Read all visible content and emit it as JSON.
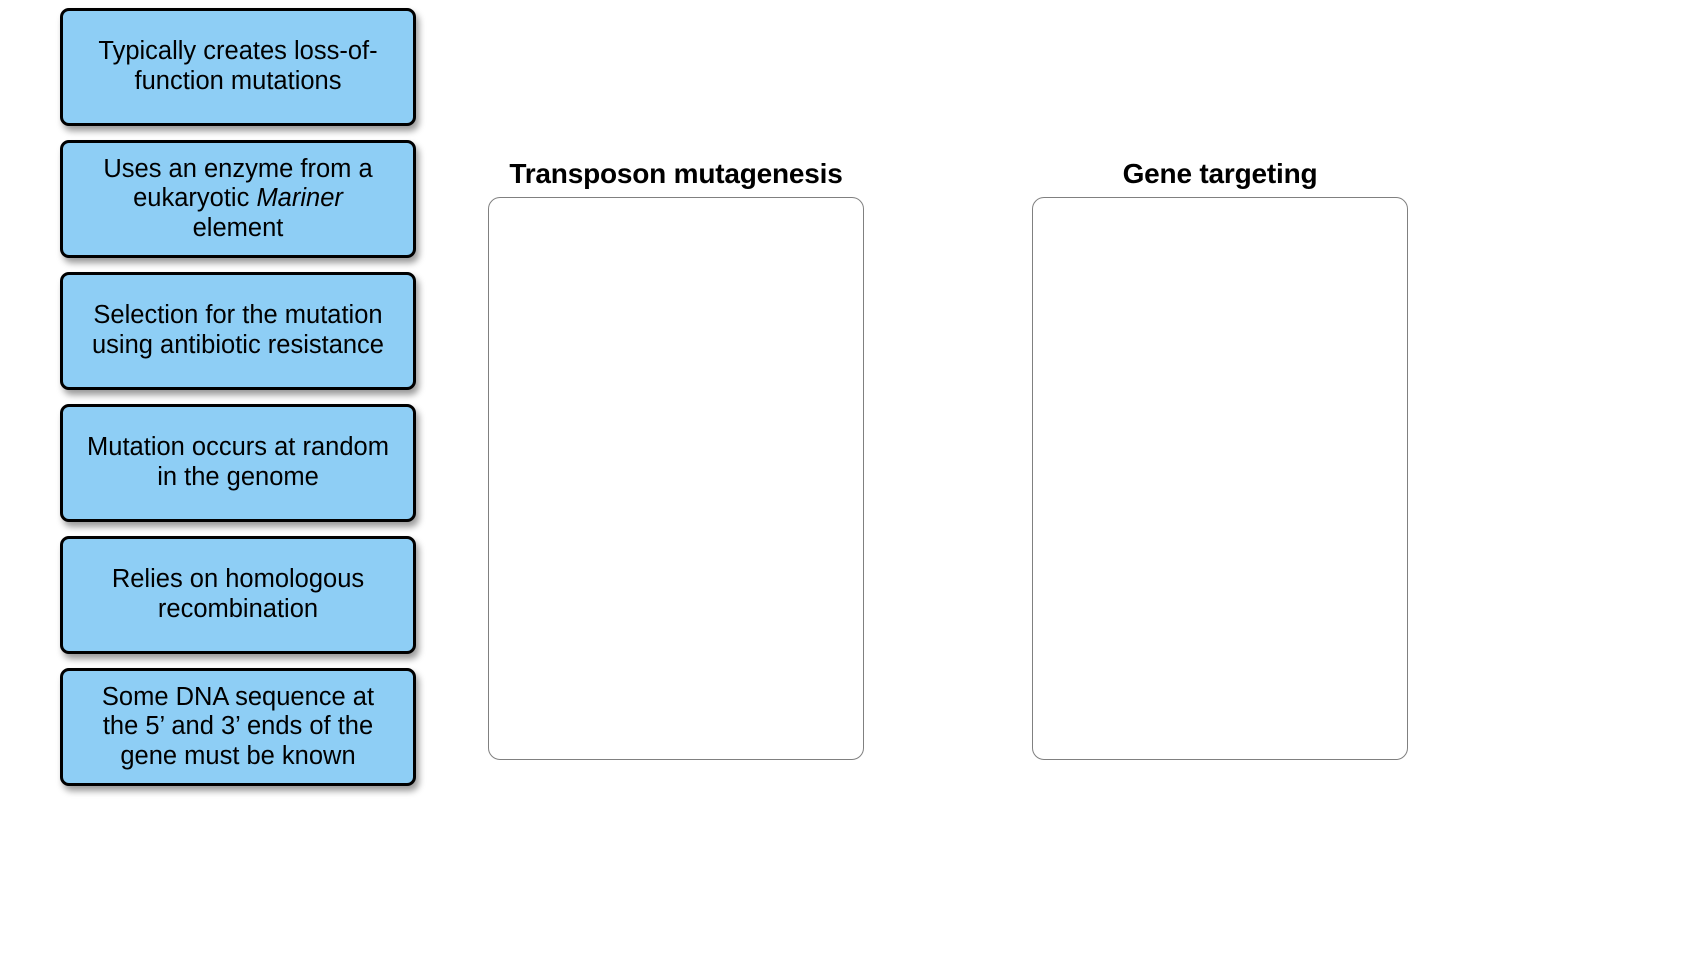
{
  "activity": {
    "type": "drag-and-drop-categorization",
    "background_color": "#ffffff"
  },
  "cards": {
    "fill_color": "#8ecef5",
    "border_color": "#000000",
    "items": [
      {
        "id": "card-1",
        "text": "Typically creates loss-of-function mutations",
        "lines": [
          "Typically creates loss-of-",
          "function mutations"
        ],
        "italic_words": []
      },
      {
        "id": "card-2",
        "text": "Uses an enzyme from a eukaryotic Mariner element",
        "lines": [
          "Uses an enzyme from a",
          "eukaryotic Mariner",
          "element"
        ],
        "italic_words": [
          "Mariner"
        ]
      },
      {
        "id": "card-3",
        "text": "Selection for the mutation using antibiotic resistance",
        "lines": [
          "Selection for the mutation",
          "using antibiotic resistance"
        ],
        "italic_words": []
      },
      {
        "id": "card-4",
        "text": "Mutation occurs at random in the genome",
        "lines": [
          "Mutation occurs at random",
          "in the genome"
        ],
        "italic_words": []
      },
      {
        "id": "card-5",
        "text": "Relies on homologous recombination",
        "lines": [
          "Relies on homologous",
          "recombination"
        ],
        "italic_words": []
      },
      {
        "id": "card-6",
        "text": "Some DNA sequence at the 5’ and 3’ ends of the gene must be known",
        "lines": [
          "Some DNA sequence at",
          "the 5’ and 3’ ends of the",
          "gene must be known"
        ],
        "italic_words": []
      }
    ]
  },
  "dropzones": {
    "border_color": "#808080",
    "items": [
      {
        "id": "zone-transposon",
        "title": "Transposon mutagenesis",
        "contents": []
      },
      {
        "id": "zone-gene-targeting",
        "title": "Gene targeting",
        "contents": []
      }
    ]
  }
}
